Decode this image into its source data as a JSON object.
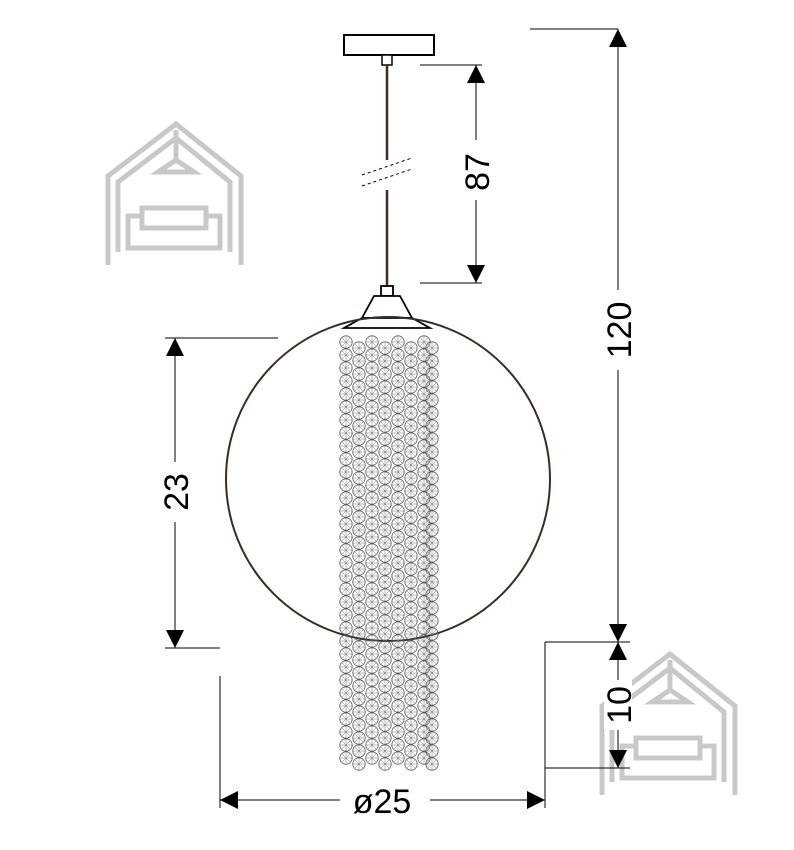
{
  "dimensions": {
    "cord_length": "87",
    "total_height": "120",
    "shade_height": "23",
    "tail_height": "10",
    "diameter": "ø25"
  },
  "icons": {
    "logo": "house-with-sofa-icon",
    "crystal": "crystal-bead-icon"
  },
  "colors": {
    "line": "#000000",
    "logo": "#c8c8c8"
  }
}
